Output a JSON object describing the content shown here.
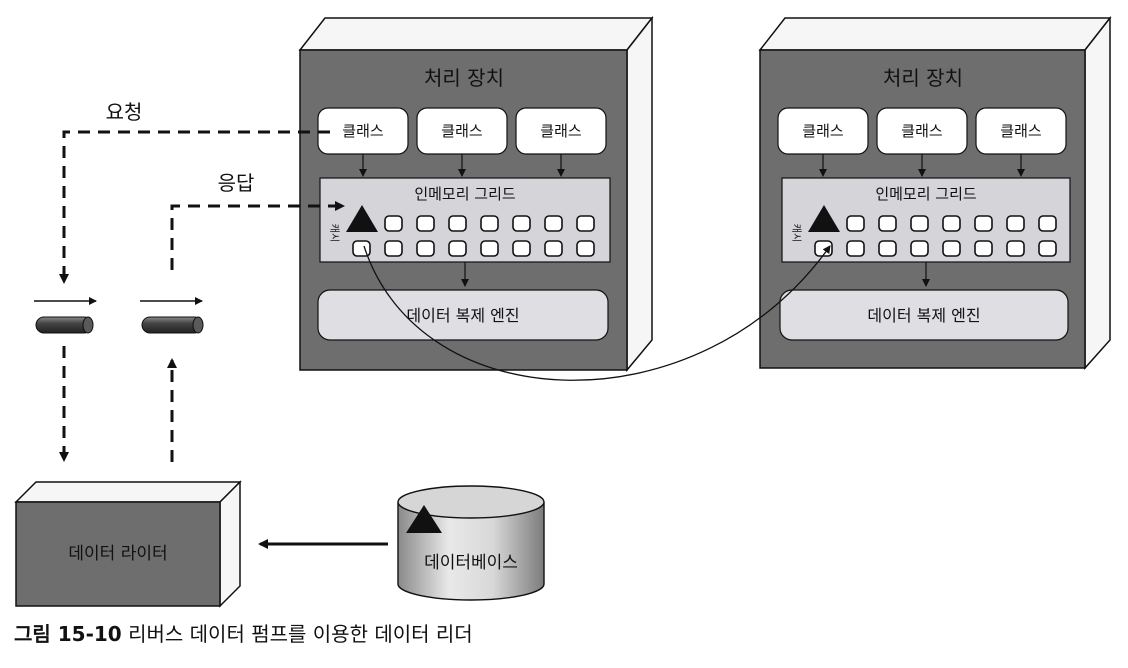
{
  "diagram": {
    "label_request": "요청",
    "label_response": "응답",
    "units": [
      {
        "title": "처리 장치",
        "classes": [
          "클래스",
          "클래스",
          "클래스"
        ],
        "grid_label": "인메모리 그리드",
        "cache_label": "캐시",
        "engine_label": "데이터 복제 엔진"
      },
      {
        "title": "처리 장치",
        "classes": [
          "클래스",
          "클래스",
          "클래스"
        ],
        "grid_label": "인메모리 그리드",
        "cache_label": "캐시",
        "engine_label": "데이터 복제 엔진"
      }
    ],
    "data_reader_label": "데이터 라이터",
    "database_label": "데이터베이스"
  },
  "caption": {
    "label": "그림 15-10",
    "text": "리버스 데이터 펌프를 이용한 데이터 리더"
  },
  "colors": {
    "box_dark": "#6e6e6e",
    "box_light": "#f6f6f6",
    "grid_fill": "#d4d4d9",
    "engine_fill": "#dedee3",
    "outline": "#111111"
  }
}
